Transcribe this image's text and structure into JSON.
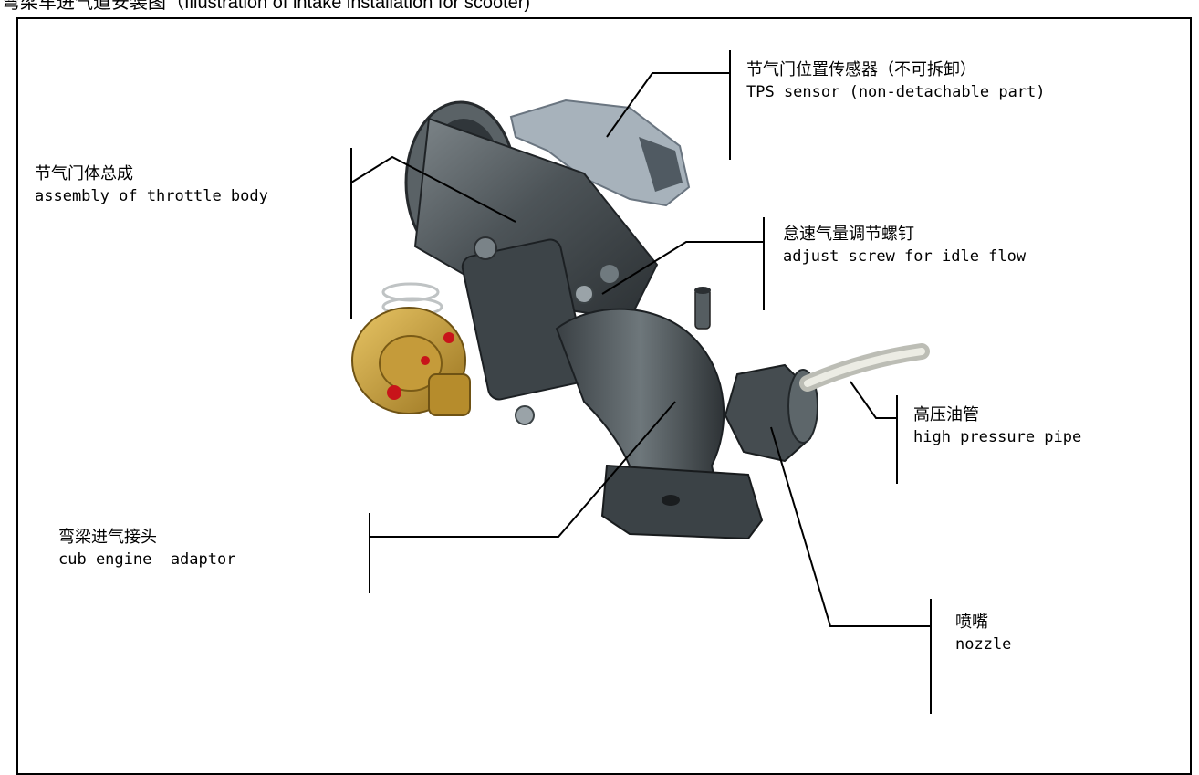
{
  "heading": "弯梁车进气道安装图（Illustration of intake installation for scooter)",
  "labels": {
    "throttle_body": {
      "cn": "节气门体总成",
      "en": "assembly of throttle body"
    },
    "tps_sensor": {
      "cn": "节气门位置传感器（不可拆卸）",
      "en": "TPS sensor (non-detachable part)"
    },
    "idle_screw": {
      "cn": "怠速气量调节螺钉",
      "en": "adjust screw for idle flow"
    },
    "high_pressure_pipe": {
      "cn": "高压油管",
      "en": "high pressure pipe"
    },
    "cub_adaptor": {
      "cn": "弯梁进气接头",
      "en": "cub engine  adaptor"
    },
    "nozzle": {
      "cn": "喷嘴",
      "en": "nozzle"
    }
  }
}
